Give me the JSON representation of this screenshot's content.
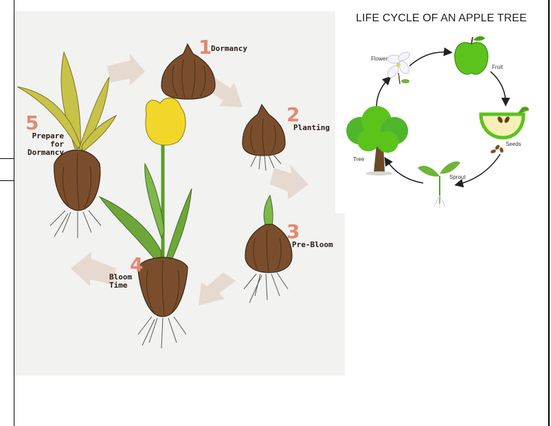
{
  "tulip_cycle": {
    "stages": [
      {
        "number": "1",
        "label": "Dormancy"
      },
      {
        "number": "2",
        "label": "Planting"
      },
      {
        "number": "3",
        "label": "Pre-Bloom"
      },
      {
        "number": "4",
        "label_lines": [
          "Bloom",
          "Time"
        ]
      },
      {
        "number": "5",
        "label_lines": [
          "Prepare",
          "for",
          "Dormancy"
        ]
      }
    ]
  },
  "apple_cycle": {
    "title": "LIFE CYCLE OF AN APPLE TREE",
    "stages": [
      "Flower",
      "Fruit",
      "Seeds",
      "Sprout",
      "Tree"
    ]
  },
  "colors": {
    "bulb": "#7a4e2c",
    "leaf": "#6fa63a",
    "yellow_leaf": "#c8c348",
    "tulip": "#f2d72b",
    "arrow": "#e6d9cf",
    "apple": "#5cc21c"
  }
}
